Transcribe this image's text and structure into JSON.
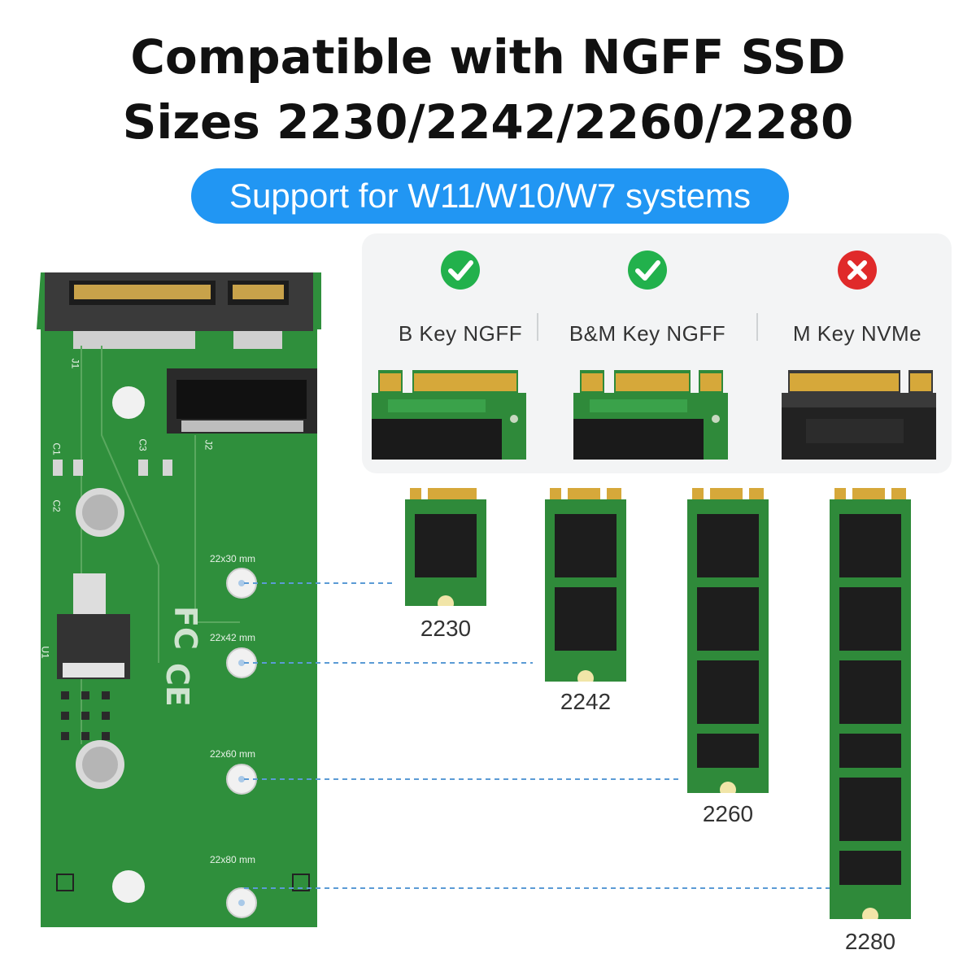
{
  "header": {
    "title_line1": "Compatible with NGFF SSD",
    "title_line2": "Sizes 2230/2242/2260/2280",
    "badge": "Support for W11/W10/W7 systems"
  },
  "key_types": [
    {
      "label": "B Key NGFF",
      "status": "check-icon",
      "supported": true
    },
    {
      "label": "B&M Key NGFF",
      "status": "check-icon",
      "supported": true
    },
    {
      "label": "M Key NVMe",
      "status": "cross-icon",
      "supported": false
    }
  ],
  "board": {
    "mark_labels": [
      "22x30 mm",
      "22x42 mm",
      "22x60 mm",
      "22x80 mm"
    ],
    "silkscreen": [
      "J1",
      "J2",
      "C1",
      "C2",
      "C3",
      "U1"
    ]
  },
  "sizes": [
    {
      "label": "2230"
    },
    {
      "label": "2242"
    },
    {
      "label": "2260"
    },
    {
      "label": "2280"
    }
  ],
  "colors": {
    "pcb_green": "#2e8b3a",
    "accent_blue": "#2196f3",
    "check_green": "#22b14c",
    "cross_red": "#e02a2a"
  }
}
